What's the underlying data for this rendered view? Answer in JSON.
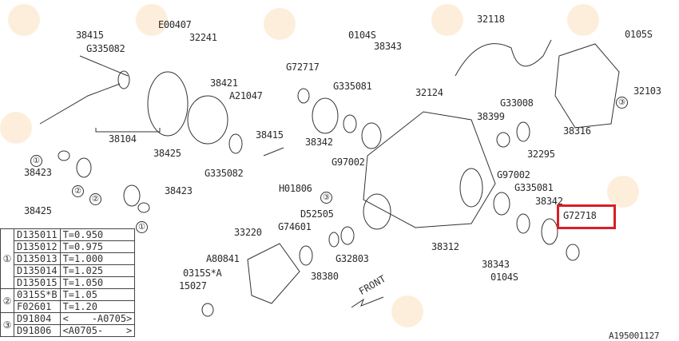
{
  "diagram_code": "A195001127",
  "front_label": "FRONT",
  "labels": [
    "38415",
    "G335082",
    "E00407",
    "32241",
    "0104S",
    "38343",
    "32118",
    "0105S",
    "G72717",
    "G335081",
    "38421",
    "A21047",
    "32124",
    "G33008",
    "32103",
    "38399",
    "38316",
    "38104",
    "38415",
    "38342",
    "32295",
    "38425",
    "38423",
    "G335082",
    "G97002",
    "G97002",
    "G335081",
    "38342",
    "H01806",
    "38423",
    "38425",
    "D52505",
    "G72718",
    "G74601",
    "33220",
    "38312",
    "A80841",
    "G32803",
    "38343",
    "0315S*A",
    "38380",
    "0104S",
    "15027"
  ],
  "callouts": [
    "①",
    "②",
    "②",
    "①",
    "③",
    "③"
  ],
  "highlight_part": "G72718",
  "highlight_color": "#d81f26",
  "table": {
    "groups": [
      {
        "marker": "①",
        "rows": [
          [
            "D135011",
            "T=0.950"
          ],
          [
            "D135012",
            "T=0.975"
          ],
          [
            "D135013",
            "T=1.000"
          ],
          [
            "D135014",
            "T=1.025"
          ],
          [
            "D135015",
            "T=1.050"
          ]
        ]
      },
      {
        "marker": "②",
        "rows": [
          [
            "0315S*B",
            "T=1.05"
          ],
          [
            "F02601",
            "T=1.20"
          ]
        ]
      },
      {
        "marker": "③",
        "rows": [
          [
            "D91804",
            "<    -A0705>"
          ],
          [
            "D91806",
            "<A0705-    >"
          ]
        ]
      }
    ]
  }
}
